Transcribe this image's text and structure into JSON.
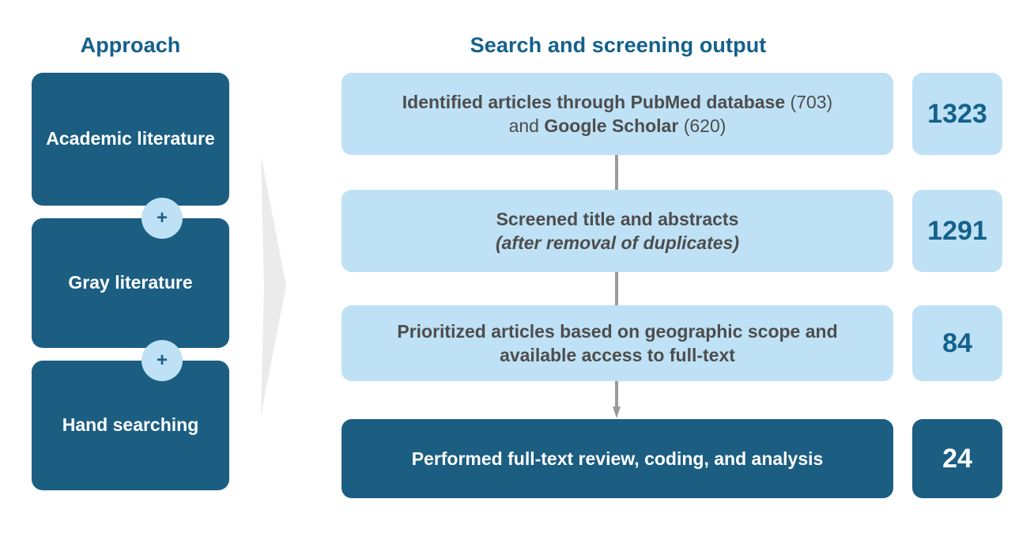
{
  "colors": {
    "dark_blue": "#1b5e82",
    "heading_blue": "#14618c",
    "light_blue": "#bfe1f5",
    "body_gray": "#4d4d4d",
    "connector_gray": "#9a9a9a",
    "chevron_gray": "#ebebeb",
    "white": "#ffffff"
  },
  "approach": {
    "heading": "Approach",
    "items": [
      {
        "label": "Academic literature"
      },
      {
        "label": "Gray literature"
      },
      {
        "label": "Hand searching"
      }
    ],
    "connectors": [
      {
        "symbol": "+",
        "name": "plus-icon"
      },
      {
        "symbol": "+",
        "name": "plus-icon"
      }
    ]
  },
  "flow": {
    "heading": "Search and screening output",
    "steps": [
      {
        "id": "identified",
        "style": "light",
        "segments": [
          {
            "text": "Identified articles through PubMed database",
            "weight": "bold"
          },
          {
            "text": " (703)",
            "weight": "normal"
          },
          {
            "text": " and ",
            "weight": "normal",
            "break_before": true
          },
          {
            "text": "Google Scholar",
            "weight": "bold"
          },
          {
            "text": " (620)",
            "weight": "normal"
          }
        ],
        "line1_bold": "Identified articles through PubMed database",
        "line1_plain": " (703)",
        "line2_plain_pre": "and ",
        "line2_bold": "Google Scholar",
        "line2_plain_post": " (620)",
        "count": "1323",
        "count_style": "light"
      },
      {
        "id": "screened",
        "style": "light",
        "line1_bold": "Screened title and abstracts",
        "line2_bold_italic": "(after removal of duplicates)",
        "count": "1291",
        "count_style": "light"
      },
      {
        "id": "prioritized",
        "style": "light",
        "line1_bold": "Prioritized articles based on geographic scope and",
        "line2_bold": "available access to full-text",
        "count": "84",
        "count_style": "light"
      },
      {
        "id": "performed",
        "style": "dark",
        "line1_bold": "Performed full-text review, coding, and analysis",
        "count": "24",
        "count_style": "dark"
      }
    ]
  }
}
